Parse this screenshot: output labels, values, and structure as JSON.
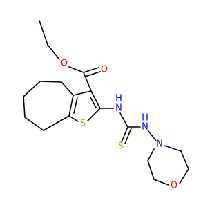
{
  "colors": {
    "bond": "#000000",
    "oxygen": "#ff0000",
    "nitrogen": "#0000ff",
    "sulfur": "#b2b200",
    "background": "#ffffff"
  },
  "atoms": {
    "o_ester": "O",
    "o_carbonyl": "O",
    "s_thiophene": "S",
    "nh_1": "H",
    "n_1": "N",
    "nh_2": "H",
    "n_2": "N",
    "s_thione": "S",
    "n_morpholine": "N",
    "o_morpholine": "O"
  }
}
